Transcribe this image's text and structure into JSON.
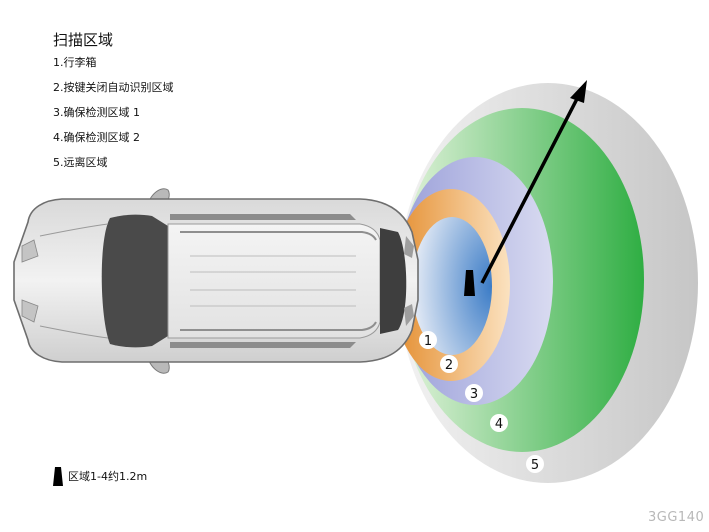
{
  "title": "扫描区域",
  "legend": [
    "1.行李箱",
    "2.按键关闭自动识别区域",
    "3.确保检测区域 1",
    "4.确保检测区域 2",
    "5.远离区域"
  ],
  "footnote": "区域1-4约1.2m",
  "image_code": "3GG140",
  "zone_labels": [
    "1",
    "2",
    "3",
    "4",
    "5"
  ],
  "colors": {
    "zone1": "#3f7fc6",
    "zone2": "#e89a3c",
    "zone3": "#9aa0d8",
    "zone4": "#35b04a",
    "zone5": "#c8c8c8",
    "arrow": "#000000"
  }
}
